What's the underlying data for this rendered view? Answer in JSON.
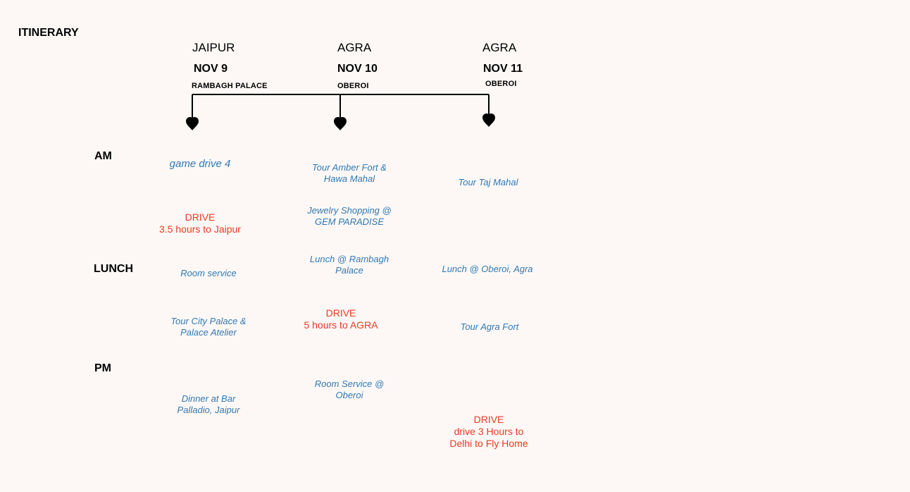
{
  "colors": {
    "activity": "#2f79b4",
    "drive": "#ea3a1f",
    "text": "#000000",
    "background": "#fdf8f6"
  },
  "page": {
    "title": "ITINERARY"
  },
  "time_slots": [
    "AM",
    "LUNCH",
    "PM"
  ],
  "days": [
    {
      "city": "JAIPUR",
      "date": "NOV 9",
      "hotel": "RAMBAGH PALACE",
      "activities": [
        {
          "lines": [
            "game drive 4"
          ]
        },
        {
          "label": "DRIVE",
          "lines": [
            "3.5 hours to Jaipur"
          ]
        },
        {
          "lines": [
            "Room service"
          ]
        },
        {
          "lines": [
            "Tour City Palace &",
            "Palace Atelier"
          ]
        },
        {
          "lines": [
            "Dinner at Bar",
            "Palladio, Jaipur"
          ]
        }
      ]
    },
    {
      "city": "AGRA",
      "date": "NOV 10",
      "hotel": "OBEROI",
      "activities": [
        {
          "lines": [
            "Tour Amber Fort &",
            "Hawa Mahal"
          ]
        },
        {
          "lines": [
            "Jewelry Shopping @",
            "GEM PARADISE"
          ]
        },
        {
          "lines": [
            "Lunch @ Rambagh",
            "Palace"
          ]
        },
        {
          "label": "DRIVE",
          "lines": [
            "5 hours to AGRA"
          ]
        },
        {
          "lines": [
            "Room Service @",
            "Oberoi"
          ]
        }
      ]
    },
    {
      "city": "AGRA",
      "date": "NOV 11",
      "hotel": "OBEROI",
      "activities": [
        {
          "lines": [
            "Tour Taj Mahal"
          ]
        },
        {
          "lines": [
            "Lunch @ Oberoi, Agra"
          ]
        },
        {
          "lines": [
            "Tour Agra Fort"
          ]
        },
        {
          "label": "DRIVE",
          "lines": [
            "drive 3 Hours to",
            "Delhi to Fly Home"
          ]
        }
      ]
    }
  ]
}
